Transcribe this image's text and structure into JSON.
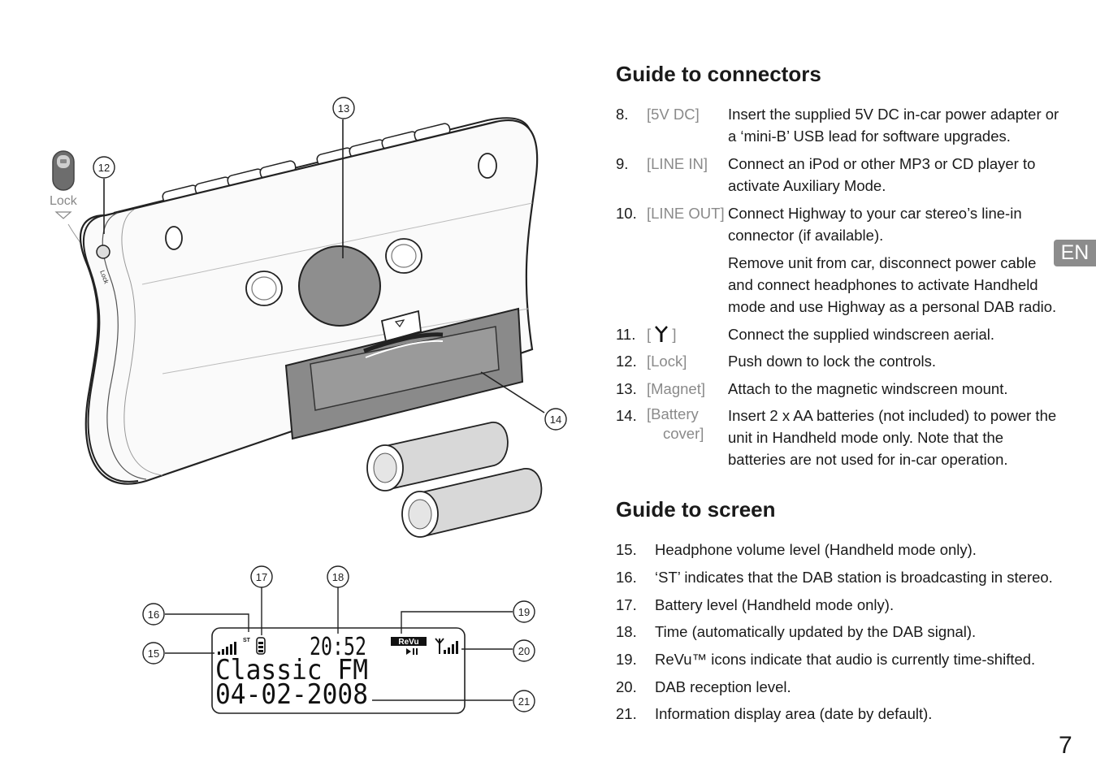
{
  "connectors": {
    "heading": "Guide to connectors",
    "items": [
      {
        "num": "8.",
        "tag": "[5V DC]",
        "desc": "Insert the supplied 5V DC in-car power adapter or a ‘mini-B’ USB lead for software upgrades."
      },
      {
        "num": "9.",
        "tag": "[LINE IN]",
        "desc": "Connect an iPod or other MP3 or CD player to activate Auxiliary Mode."
      },
      {
        "num": "10.",
        "tag": "[LINE OUT]",
        "desc": "Connect Highway to your car stereo’s line-in connector (if available).",
        "desc2": "Remove unit from car, disconnect power cable and connect headphones to activate Handheld mode and use Highway as a personal DAB radio."
      },
      {
        "num": "11.",
        "tag_open": "[",
        "tag_icon": "antenna-icon",
        "tag_close": "]",
        "desc": "Connect the supplied windscreen aerial."
      },
      {
        "num": "12.",
        "tag": "[Lock]",
        "desc": "Push down to lock the controls."
      },
      {
        "num": "13.",
        "tag": "[Magnet]",
        "desc": "Attach to the magnetic windscreen mount."
      },
      {
        "num": "14.",
        "tag_line1": "[Battery",
        "tag_line2": "cover]",
        "desc": "Insert 2 x AA batteries (not included) to power the unit in Handheld mode only. Note that the batteries are not used for in-car operation."
      }
    ]
  },
  "screen": {
    "heading": "Guide to screen",
    "items": [
      {
        "num": "15.",
        "text": "Headphone volume level (Handheld mode only)."
      },
      {
        "num": "16.",
        "text": "‘ST’ indicates that the DAB station is broadcasting in stereo."
      },
      {
        "num": "17.",
        "text": "Battery level (Handheld mode only)."
      },
      {
        "num": "18.",
        "text": "Time (automatically updated by the DAB signal)."
      },
      {
        "num": "19.",
        "text": "ReVu™ icons indicate that audio is currently time-shifted."
      },
      {
        "num": "20.",
        "text": "DAB reception level."
      },
      {
        "num": "21.",
        "text": "Information display area (date by default)."
      }
    ]
  },
  "diagram": {
    "lock_label": "Lock",
    "callouts": [
      "12",
      "13",
      "14",
      "15",
      "16",
      "17",
      "18",
      "19",
      "20",
      "21"
    ],
    "lcd": {
      "st": "ST",
      "time": "20:52",
      "revu": "ReVu",
      "line1": "Classic FM",
      "line2": "04-02-2008"
    }
  },
  "lang_tab": "EN",
  "page_number": "7"
}
